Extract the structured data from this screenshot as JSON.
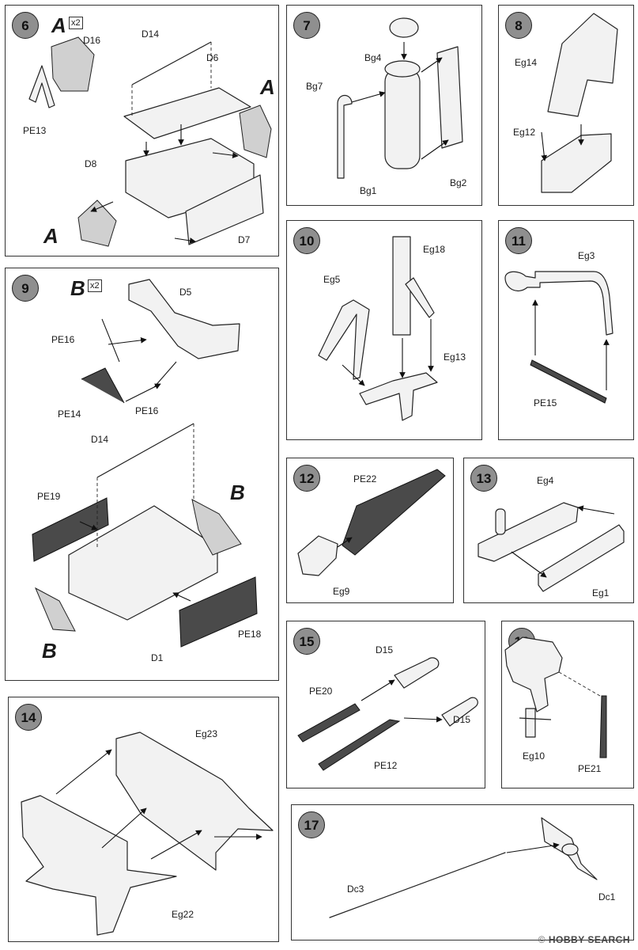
{
  "steps": {
    "s6": {
      "num": "6",
      "letter": "A",
      "mult": "x2",
      "labels": {
        "D16": "D16",
        "D14": "D14",
        "D6": "D6",
        "PE13": "PE13",
        "D8": "D8",
        "D7": "D7"
      },
      "marker": "A"
    },
    "s7": {
      "num": "7",
      "labels": {
        "Bg4": "Bg4",
        "Bg7": "Bg7",
        "Bg1": "Bg1",
        "Bg2": "Bg2"
      }
    },
    "s8": {
      "num": "8",
      "labels": {
        "Eg14": "Eg14",
        "Eg12": "Eg12"
      }
    },
    "s9": {
      "num": "9",
      "letter": "B",
      "mult": "x2",
      "labels": {
        "D5": "D5",
        "PE16a": "PE16",
        "PE14": "PE14",
        "PE16b": "PE16",
        "D14": "D14",
        "PE19": "PE19",
        "PE18": "PE18",
        "D1": "D1"
      },
      "marker": "B"
    },
    "s10": {
      "num": "10",
      "labels": {
        "Eg18": "Eg18",
        "Eg5": "Eg5",
        "Eg13": "Eg13"
      }
    },
    "s11": {
      "num": "11",
      "labels": {
        "Eg3": "Eg3",
        "PE15": "PE15"
      }
    },
    "s12": {
      "num": "12",
      "labels": {
        "PE22": "PE22",
        "Eg9": "Eg9"
      }
    },
    "s13": {
      "num": "13",
      "labels": {
        "Eg4": "Eg4",
        "Eg1": "Eg1"
      }
    },
    "s14": {
      "num": "14",
      "labels": {
        "Eg23": "Eg23",
        "Eg22": "Eg22"
      }
    },
    "s15": {
      "num": "15",
      "labels": {
        "D15a": "D15",
        "PE20": "PE20",
        "D15b": "D15",
        "PE12": "PE12"
      }
    },
    "s16": {
      "num": "16",
      "labels": {
        "Eg10": "Eg10",
        "PE21": "PE21"
      }
    },
    "s17": {
      "num": "17",
      "labels": {
        "Dc3": "Dc3",
        "Dc1": "Dc1"
      }
    }
  },
  "watermark": {
    "brand": "HOBBY SEARCH",
    "symbol": "©"
  },
  "icons": [
    "guide-arrow-icon",
    "step-number-badge"
  ]
}
